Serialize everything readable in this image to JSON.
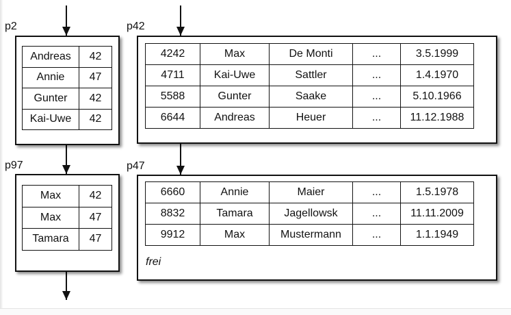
{
  "colors": {
    "ink": "#111111",
    "background": "#ffffff",
    "slide_edge": "#e4e4e4"
  },
  "icons": {
    "flow_arrow": "down-arrow"
  },
  "pages": {
    "p2": {
      "label": "p2",
      "rows": [
        [
          "Andreas",
          "42"
        ],
        [
          "Annie",
          "47"
        ],
        [
          "Gunter",
          "42"
        ],
        [
          "Kai-Uwe",
          "42"
        ]
      ]
    },
    "p42": {
      "label": "p42",
      "rows": [
        [
          "4242",
          "Max",
          "De Monti",
          "...",
          "3.5.1999"
        ],
        [
          "4711",
          "Kai-Uwe",
          "Sattler",
          "...",
          "1.4.1970"
        ],
        [
          "5588",
          "Gunter",
          "Saake",
          "...",
          "5.10.1966"
        ],
        [
          "6644",
          "Andreas",
          "Heuer",
          "...",
          "11.12.1988"
        ]
      ]
    },
    "p97": {
      "label": "p97",
      "rows": [
        [
          "Max",
          "42"
        ],
        [
          "Max",
          "47"
        ],
        [
          "Tamara",
          "47"
        ]
      ]
    },
    "p47": {
      "label": "p47",
      "rows": [
        [
          "6660",
          "Annie",
          "Maier",
          "...",
          "1.5.1978"
        ],
        [
          "8832",
          "Tamara",
          "Jagellowsk",
          "...",
          "11.11.2009"
        ],
        [
          "9912",
          "Max",
          "Mustermann",
          "...",
          "1.1.1949"
        ]
      ],
      "free_label": "frei"
    }
  }
}
